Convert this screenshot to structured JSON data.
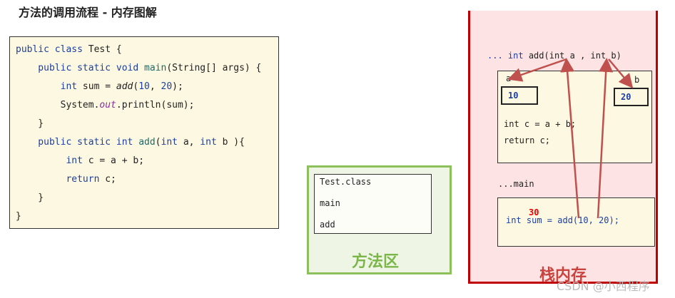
{
  "title": "方法的调用流程 - 内存图解",
  "code_lines": [
    [
      {
        "t": "public class ",
        "c": "kw"
      },
      {
        "t": "Test {",
        "c": ""
      }
    ],
    [
      {
        "t": "    public static void ",
        "c": "kw"
      },
      {
        "t": "main",
        "c": "fn"
      },
      {
        "t": "(String[] args) {",
        "c": ""
      }
    ],
    [
      {
        "t": "        int ",
        "c": "kw"
      },
      {
        "t": "sum = ",
        "c": ""
      },
      {
        "t": "add",
        "c": "it"
      },
      {
        "t": "(",
        "c": ""
      },
      {
        "t": "10",
        "c": "num"
      },
      {
        "t": ", ",
        "c": ""
      },
      {
        "t": "20",
        "c": "num"
      },
      {
        "t": ");",
        "c": ""
      }
    ],
    [
      {
        "t": "        System.",
        "c": ""
      },
      {
        "t": "out",
        "c": "st"
      },
      {
        "t": ".println(sum);",
        "c": ""
      }
    ],
    [
      {
        "t": "    }",
        "c": ""
      }
    ],
    [
      {
        "t": "    public static int ",
        "c": "kw"
      },
      {
        "t": "add",
        "c": "fn"
      },
      {
        "t": "(",
        "c": ""
      },
      {
        "t": "int ",
        "c": "kw"
      },
      {
        "t": "a, ",
        "c": ""
      },
      {
        "t": "int ",
        "c": "kw"
      },
      {
        "t": "b ){",
        "c": ""
      }
    ],
    [
      {
        "t": "         int ",
        "c": "kw"
      },
      {
        "t": "c = a + b;",
        "c": ""
      }
    ],
    [
      {
        "t": "         return ",
        "c": "kw"
      },
      {
        "t": "c;",
        "c": ""
      }
    ],
    [
      {
        "t": "    }",
        "c": ""
      }
    ],
    [
      {
        "t": "}",
        "c": ""
      }
    ]
  ],
  "method_area": {
    "items": [
      "Test.class",
      "main",
      "add"
    ],
    "label": "方法区"
  },
  "stack": {
    "signature_prefix": "... ",
    "signature_kw": "int",
    "signature_rest": " add(int a , int b)",
    "param_a_label": "a",
    "param_a_value": "10",
    "param_b_label": "b",
    "param_b_value": "20",
    "add_line1": "int c = a + b;",
    "add_line2": "return c;",
    "main_label": "...main",
    "main_code": "int sum = add(10, 20);",
    "result_value": "30",
    "label": "栈内存"
  },
  "watermark": "CSDN @小西程序",
  "colors": {
    "arrow": "#c0504d",
    "stack_border": "#c00000",
    "method_border": "#8cc05a"
  }
}
